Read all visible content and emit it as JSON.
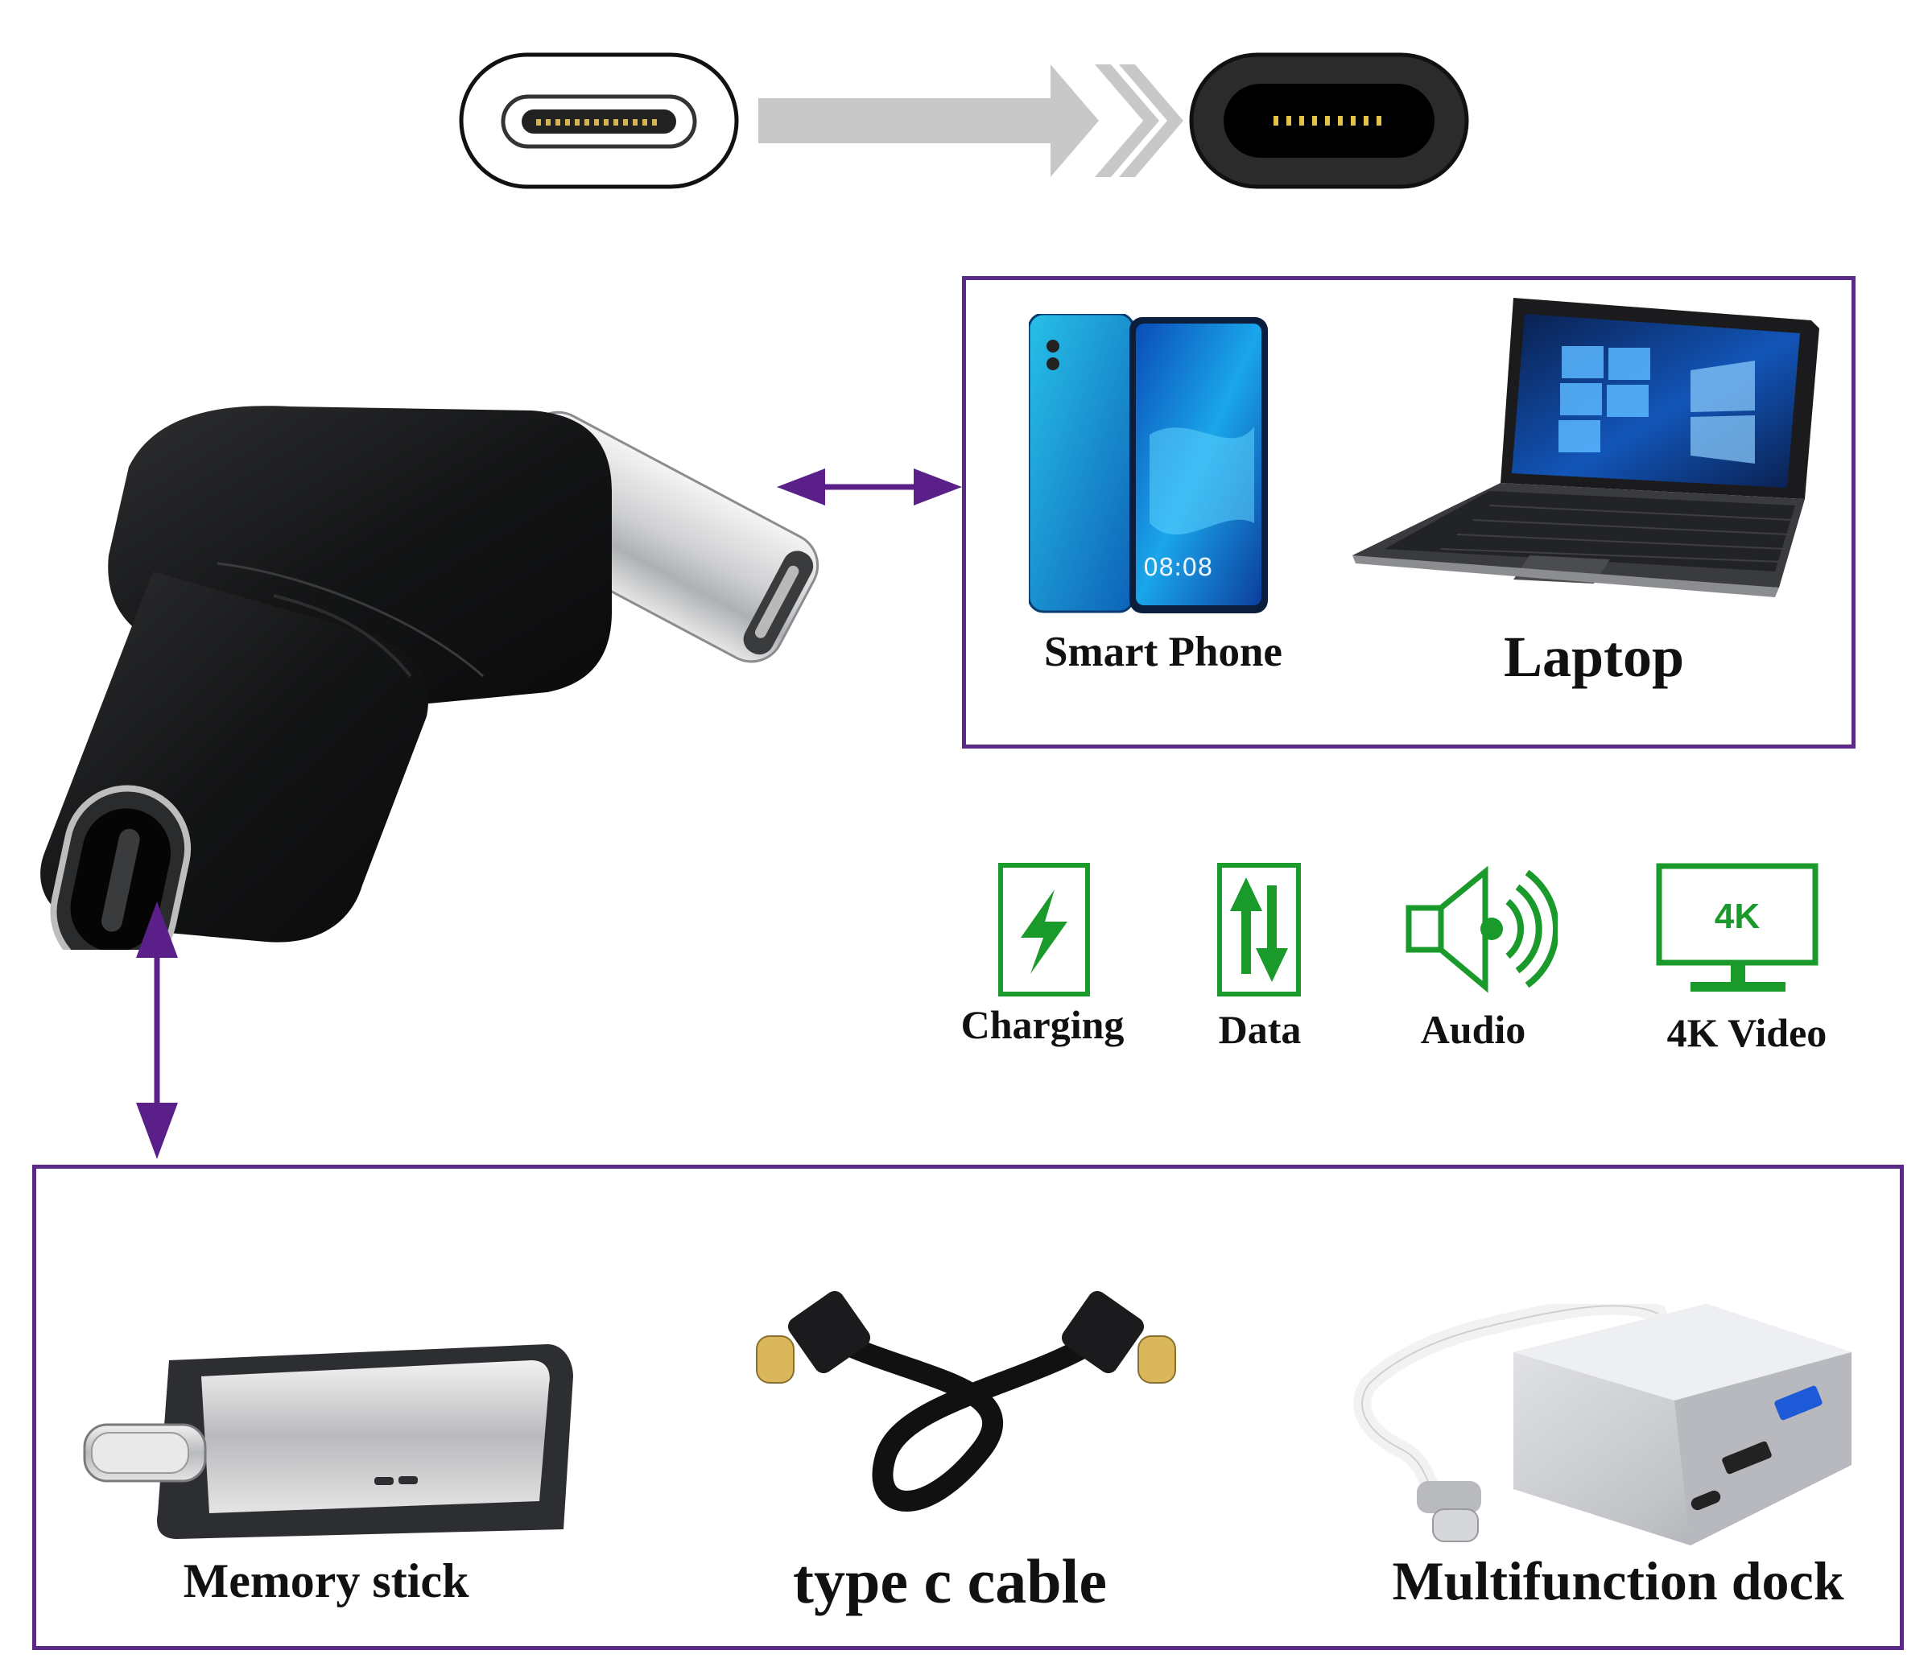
{
  "colors": {
    "frame": "#5b2a86",
    "arrow": "#5b1f8a",
    "icon_green": "#1a9a2a",
    "connector_black": "#0f1012",
    "flow_arrow": "#c8c8c8"
  },
  "icons": {
    "white_port": "usb-c-port-icon",
    "flow": "right-arrow-icon",
    "black_port": "usb-c-plug-face-icon",
    "charging": "lightning-bolt-icon",
    "data": "up-down-arrows-icon",
    "audio": "speaker-icon",
    "video": "monitor-icon"
  },
  "devices_top": {
    "phone_label": "Smart Phone",
    "laptop_label": "Laptop",
    "phone_clock": "08:08"
  },
  "features": {
    "charging": "Charging",
    "data": "Data",
    "audio": "Audio",
    "video": "4K Video",
    "video_badge": "4K"
  },
  "devices_bottom": {
    "memory_label": "Memory stick",
    "cable_label": "type c cable",
    "dock_label": "Multifunction dock"
  }
}
